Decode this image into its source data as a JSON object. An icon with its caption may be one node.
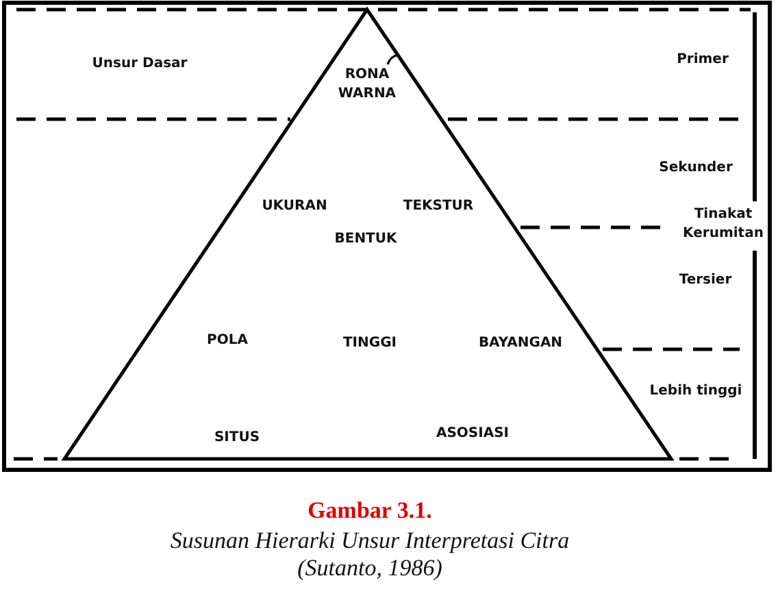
{
  "diagram": {
    "title": "Gambar 3.1.",
    "caption": "Susunan Hierarki Unsur Interpretasi Citra (Sutanto, 1986)",
    "nodes": [
      {
        "text": [
          "RONA WARNA",
          "UKURAN",
          "TEKSTUR",
          "BENTUK",
          "POLA",
          "TINGGI",
          "BAYANGAN",
          "SITUS",
          "ASOSIASI"
        ]
      }
    ],
    "labels": [
      "Unsur Dasar",
      "Primer",
      "Sekunder",
      "Tinakat Kerumitan",
      "Tersier",
      "Lebih tinggi"
    ]
  }
}
